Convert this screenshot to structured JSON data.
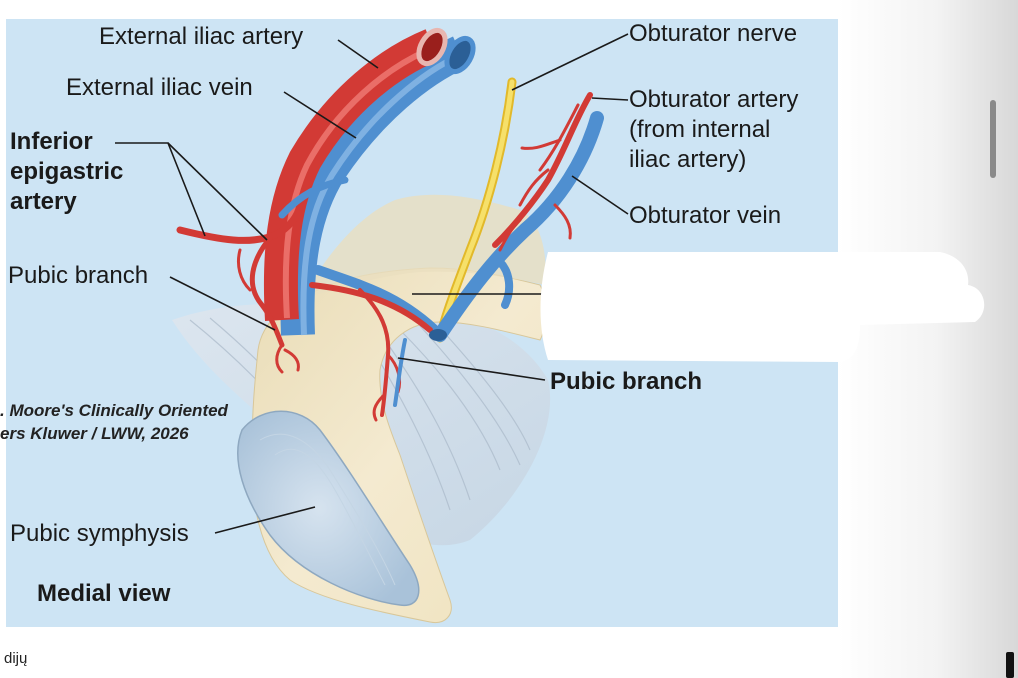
{
  "labels": {
    "external_iliac_artery": "External iliac artery",
    "external_iliac_vein": "External iliac vein",
    "inferior_epigastric_artery": [
      "Inferior",
      "epigastric",
      "artery"
    ],
    "pubic_branch_left": "Pubic branch",
    "obturator_nerve": "Obturator nerve",
    "obturator_artery": [
      "Obturator artery",
      "(from internal",
      "iliac artery)"
    ],
    "obturator_vein": "Obturator vein",
    "pubic_branch_right": "Pubic branch",
    "pubic_symphysis": "Pubic symphysis",
    "medial_view": "Medial view"
  },
  "credit": [
    "Moore's Clinically Oriented",
    "ers Kluwer / LWW, 2026"
  ],
  "footer_text": "dijų",
  "colors": {
    "background_panel": "#cde4f4",
    "artery": "#d23a35",
    "vein": "#4f8fd0",
    "nerve": "#f2d23a",
    "bone": "#f1e5c3",
    "symphysis": "#b9cfe2",
    "redaction": "#ffffff"
  }
}
